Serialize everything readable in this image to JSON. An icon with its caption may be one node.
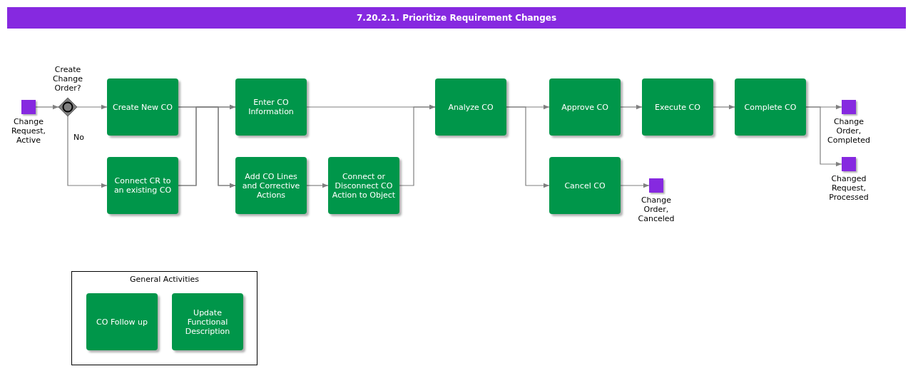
{
  "diagram": {
    "title": "7.20.2.1. Prioritize Requirement Changes",
    "nodes": [
      {
        "text": [],
        "shape": "box",
        "beside": [
          "Change Request, Active"
        ]
      },
      {
        "text": [],
        "shape": "diamond",
        "beside": [
          "Create Change Order?"
        ]
      },
      {
        "text": [
          "Create New CO"
        ]
      },
      {
        "text": [
          "Connect CR to an existing CO"
        ]
      },
      {
        "text": [
          "Enter CO Information"
        ]
      },
      {
        "text": [
          "Add CO Lines and Corrective Actions"
        ]
      },
      {
        "text": [
          "Connect or Disconnect CO Action to Object"
        ]
      },
      {
        "text": [
          "Analyze CO"
        ]
      },
      {
        "text": [
          "Approve CO"
        ]
      },
      {
        "text": [
          "Cancel CO"
        ]
      },
      {
        "text": [
          "Execute CO"
        ]
      },
      {
        "text": [
          "Complete CO"
        ]
      },
      {
        "text": [],
        "shape": "box",
        "beside": [
          "Change Order, Canceled"
        ]
      },
      {
        "text": [],
        "shape": "box",
        "beside": [
          "Change Order, Completed"
        ]
      },
      {
        "text": [],
        "shape": "box",
        "beside": [
          "Changed Request, Processed"
        ]
      },
      {
        "text": [
          "General Activities"
        ]
      },
      {
        "text": [
          "CO Follow up"
        ],
        "in": 15
      },
      {
        "text": [
          "Update Functional Description"
        ],
        "in": 15
      }
    ],
    "edges": [
      {
        "from": 0,
        "to": 1,
        "arrow": "to"
      },
      {
        "from": 1,
        "to": 2,
        "arrow": "to"
      },
      {
        "from": 1,
        "to": 3,
        "arrow": "to",
        "label": "No"
      },
      {
        "from": 2,
        "to": 4,
        "arrow": "to"
      },
      {
        "from": 2,
        "to": 5,
        "arrow": "to"
      },
      {
        "from": 3,
        "to": 4,
        "arrow": "to"
      },
      {
        "from": 3,
        "to": 5,
        "arrow": "to"
      },
      {
        "from": 4,
        "to": 7,
        "arrow": "to"
      },
      {
        "from": 5,
        "to": 6,
        "arrow": "to"
      },
      {
        "from": 6,
        "to": 7,
        "arrow": "to"
      },
      {
        "from": 7,
        "to": 8,
        "arrow": "to"
      },
      {
        "from": 7,
        "to": 9,
        "arrow": "to"
      },
      {
        "from": 8,
        "to": 10,
        "arrow": "to"
      },
      {
        "from": 10,
        "to": 11,
        "arrow": "to"
      },
      {
        "from": 9,
        "to": 12,
        "arrow": "to"
      },
      {
        "from": 11,
        "to": 13,
        "arrow": "to"
      },
      {
        "from": 11,
        "to": 14,
        "arrow": "to"
      }
    ]
  }
}
